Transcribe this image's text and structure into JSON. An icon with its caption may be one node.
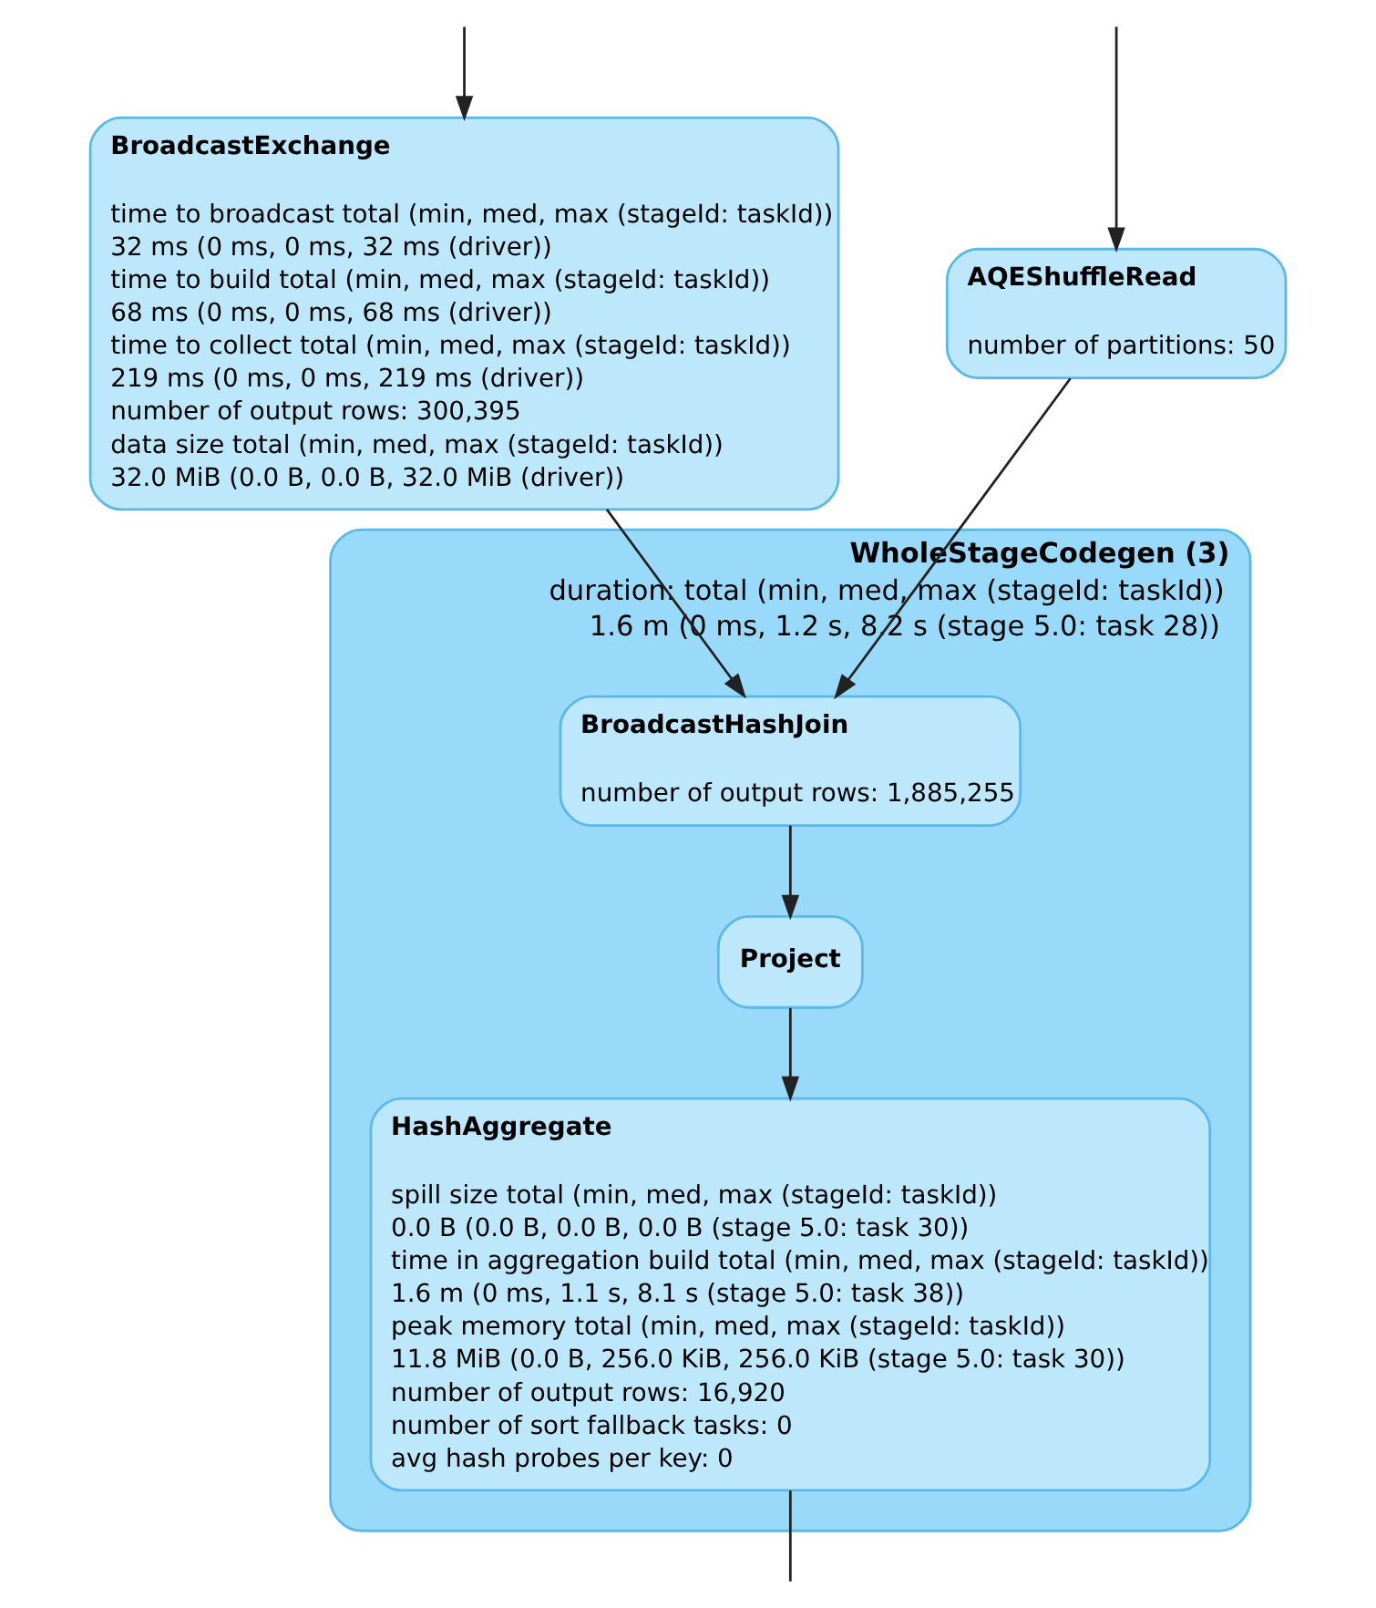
{
  "diagram": {
    "nodes": [
      {
        "text": [
          "AQEShuffleRead",
          "number of partitions: 50"
        ]
      },
      {
        "text": [
          "BroadcastExchange",
          "time to broadcast total (min, med, max (stageId: taskId))",
          "32 ms (0 ms, 0 ms, 32 ms (driver))",
          "time to build total (min, med, max (stageId: taskId))",
          "68 ms (0 ms, 0 ms, 68 ms (driver))",
          "time to collect total (min, med, max (stageId: taskId))",
          "219 ms (0 ms, 0 ms, 219 ms (driver))",
          "number of output rows: 300,395",
          "data size total (min, med, max (stageId: taskId))",
          "32.0 MiB (0.0 B, 0.0 B, 32.0 MiB (driver))"
        ]
      },
      {
        "text": [
          "WholeStageCodegen (3)",
          "duration: total (min, med, max (stageId: taskId))",
          "1.6 m (0 ms, 1.2 s, 8.2 s (stage 5.0: task 28))"
        ]
      },
      {
        "text": [
          "BroadcastHashJoin",
          "number of output rows: 1,885,255"
        ],
        "in": 2
      },
      {
        "text": [
          "Project"
        ],
        "in": 2
      },
      {
        "text": [
          "HashAggregate",
          "spill size total (min, med, max (stageId: taskId))",
          "0.0 B (0.0 B, 0.0 B, 0.0 B (stage 5.0: task 30))",
          "time in aggregation build total (min, med, max (stageId: taskId))",
          "1.6 m (0 ms, 1.1 s, 8.1 s (stage 5.0: task 38))",
          "peak memory total (min, med, max (stageId: taskId))",
          "11.8 MiB (0.0 B, 256.0 KiB, 256.0 KiB (stage 5.0: task 30))",
          "number of output rows: 16,920",
          "number of sort fallback tasks: 0",
          "avg hash probes per key: 0"
        ],
        "in": 2
      }
    ],
    "edges": [
      {
        "from": null,
        "to": 0,
        "arrow": "to"
      },
      {
        "from": null,
        "to": 1,
        "arrow": "to"
      },
      {
        "from": 0,
        "to": 3,
        "arrow": "to"
      },
      {
        "from": 1,
        "to": 3,
        "arrow": "to"
      },
      {
        "from": 3,
        "to": 4,
        "arrow": "to"
      },
      {
        "from": 4,
        "to": 5,
        "arrow": "to"
      },
      {
        "from": 5,
        "to": null,
        "arrow": "none"
      }
    ]
  }
}
